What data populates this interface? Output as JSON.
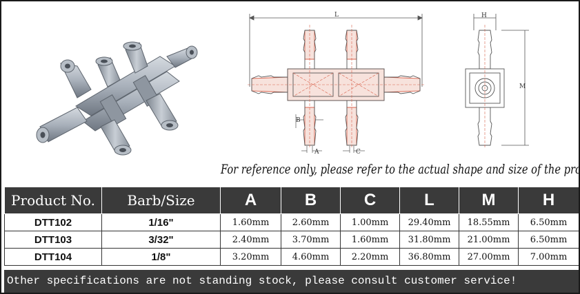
{
  "dimension_letters": {
    "L": "L",
    "H": "H",
    "M": "M",
    "A": "A",
    "B": "B",
    "C": "C"
  },
  "disclaimer": "For reference only, please refer to the actual shape and size of the product",
  "table": {
    "headers": [
      "Product No.",
      "Barb/Size",
      "A",
      "B",
      "C",
      "L",
      "M",
      "H"
    ],
    "rows": [
      [
        "DTT102",
        "1/16\"",
        "1.60mm",
        "2.60mm",
        "1.00mm",
        "29.40mm",
        "18.55mm",
        "6.50mm"
      ],
      [
        "DTT103",
        "3/32\"",
        "2.40mm",
        "3.70mm",
        "1.60mm",
        "31.80mm",
        "21.00mm",
        "6.50mm"
      ],
      [
        "DTT104",
        "1/8\"",
        "3.20mm",
        "4.60mm",
        "2.20mm",
        "36.80mm",
        "27.00mm",
        "7.00mm"
      ]
    ]
  },
  "footer": "Other specifications are not standing stock, please consult customer service!",
  "colors": {
    "header_bg": "#3a3a3a",
    "drawing_fill": "#f7e2dc",
    "drawing_line": "#d8604a",
    "part_gray": "#a8b0ba"
  }
}
